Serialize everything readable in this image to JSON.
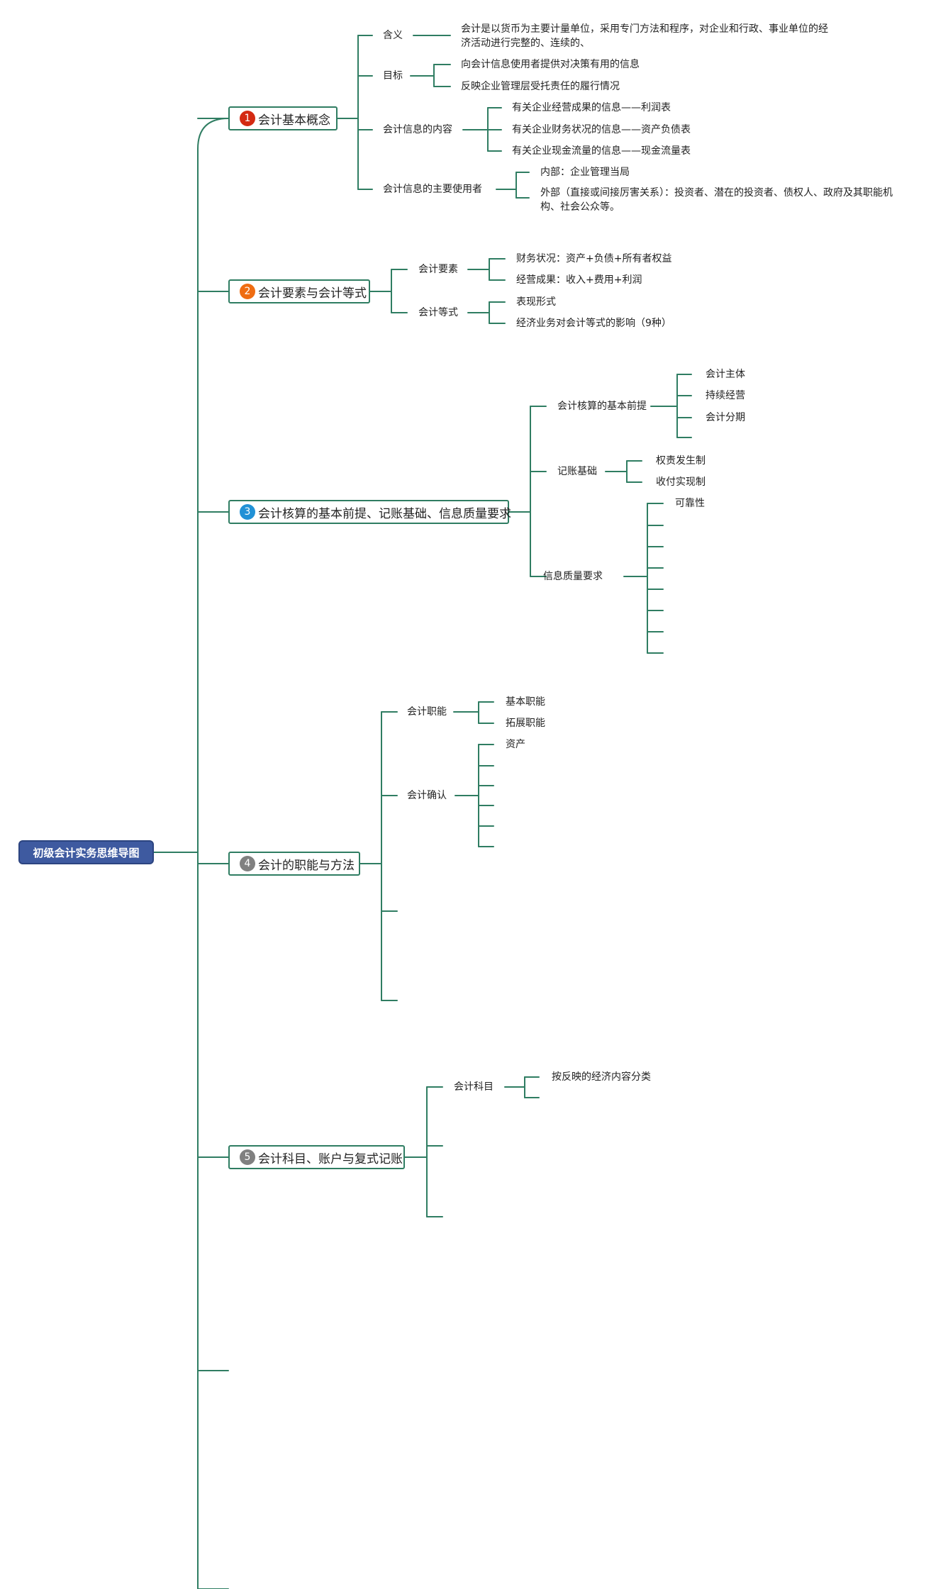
{
  "root": {
    "label": "初级会计实务思维导图"
  },
  "colors": {
    "line": "#2f7d62",
    "badge1": "#d42a12",
    "badge2": "#ef6c12",
    "badge3": "#2191d6",
    "badge_gray": "#808080"
  },
  "topics": [
    {
      "num": "1",
      "label": "会计基本概念",
      "children": [
        {
          "label": "含义",
          "children": [
            {
              "label": "会计是以货币为主要计量单位，采用专门方法和程序，对企业和行政、事业单位的经济活动进行完整的、连续的、"
            }
          ]
        },
        {
          "label": "目标",
          "children": [
            {
              "label": "向会计信息使用者提供对决策有用的信息"
            },
            {
              "label": "反映企业管理层受托责任的履行情况"
            }
          ]
        },
        {
          "label": "会计信息的内容",
          "children": [
            {
              "label": "有关企业经营成果的信息——利润表"
            },
            {
              "label": "有关企业财务状况的信息——资产负债表"
            },
            {
              "label": "有关企业现金流量的信息——现金流量表"
            }
          ]
        },
        {
          "label": "会计信息的主要使用者",
          "children": [
            {
              "label": "内部：企业管理当局"
            },
            {
              "label": "外部（直接或间接厉害关系）：投资者、潜在的投资者、债权人、政府及其职能机构、社会公众等。"
            }
          ]
        }
      ]
    },
    {
      "num": "2",
      "label": "会计要素与会计等式",
      "children": [
        {
          "label": "会计要素",
          "children": [
            {
              "label": "财务状况：资产+负债+所有者权益"
            },
            {
              "label": "经营成果：收入+费用+利润"
            }
          ]
        },
        {
          "label": "会计等式",
          "children": [
            {
              "label": "表现形式"
            },
            {
              "label": "经济业务对会计等式的影响（9种）"
            }
          ]
        }
      ]
    },
    {
      "num": "3",
      "label": "会计核算的基本前提、记账基础、信息质量要求",
      "children": [
        {
          "label": "会计核算的基本前提",
          "children": [
            {
              "label": "会计主体"
            },
            {
              "label": "持续经营"
            },
            {
              "label": "会计分期"
            }
          ]
        },
        {
          "label": "记账基础",
          "children": [
            {
              "label": "权责发生制"
            },
            {
              "label": "收付实现制"
            }
          ]
        },
        {
          "label": "信息质量要求",
          "children": [
            {
              "label": "可靠性"
            }
          ]
        }
      ]
    },
    {
      "num": "4",
      "label": "会计的职能与方法",
      "children": [
        {
          "label": "会计职能",
          "children": [
            {
              "label": "基本职能"
            },
            {
              "label": "拓展职能"
            }
          ]
        },
        {
          "label": "会计确认",
          "children": [
            {
              "label": "资产"
            }
          ]
        }
      ]
    },
    {
      "num": "5",
      "label": "会计科目、账户与复式记账",
      "children": [
        {
          "label": "会计科目",
          "children": [
            {
              "label": "按反映的经济内容分类"
            }
          ]
        }
      ]
    }
  ]
}
